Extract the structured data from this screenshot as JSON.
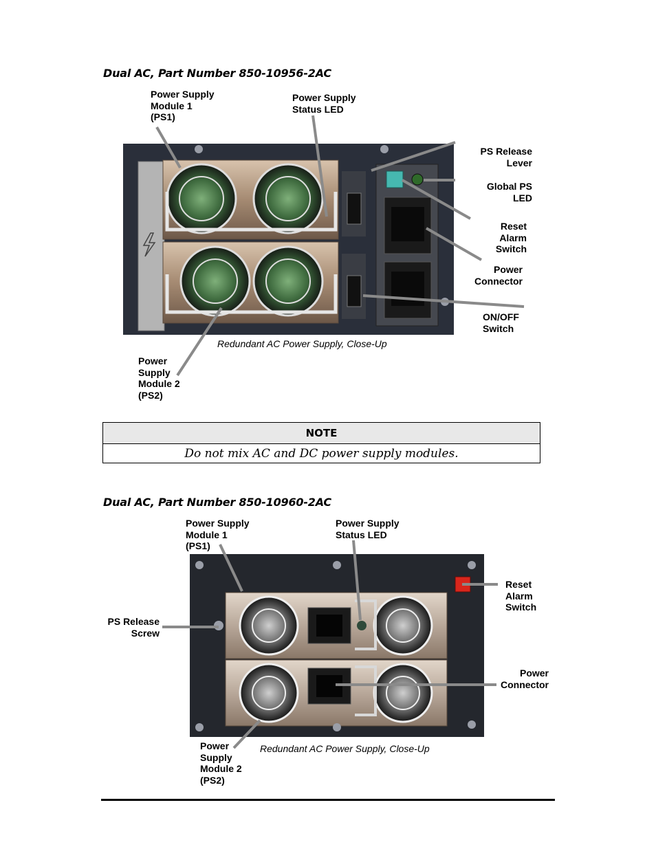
{
  "section1": {
    "heading": "Dual AC, Part Number 850-10956-2AC",
    "labels": {
      "ps1": "Power Supply\nModule 1\n(PS1)",
      "status_led": "Power Supply\nStatus LED",
      "release_lever": "PS Release\nLever",
      "global_led": "Global PS\nLED",
      "reset_switch": "Reset\nAlarm\nSwitch",
      "power_connector": "Power\nConnector",
      "onoff_switch": "ON/OFF\nSwitch",
      "ps2": "Power\nSupply\nModule 2\n(PS2)"
    },
    "caption": "Redundant AC Power Supply, Close-Up"
  },
  "note": {
    "title": "NOTE",
    "text": "Do not mix AC and DC power supply modules."
  },
  "section2": {
    "heading": "Dual AC, Part Number 850-10960-2AC",
    "labels": {
      "ps1": "Power Supply\nModule 1\n(PS1)",
      "status_led": "Power Supply\nStatus LED",
      "reset_switch": "Reset\nAlarm\nSwitch",
      "release_screw": "PS Release\nScrew",
      "power_connector": "Power\nConnector",
      "ps2": "Power\nSupply\nModule 2\n(PS2)"
    },
    "caption": "Redundant AC Power Supply, Close-Up"
  },
  "colors": {
    "chassis": "#2a2f3a",
    "module_metal": "#b8a089",
    "fan_green": "#5a8a5a",
    "reset_teal": "#46b8b0",
    "reset_red": "#d8261c",
    "led_green": "#2f6a2a",
    "arrow_gray": "#8a8a8a"
  }
}
